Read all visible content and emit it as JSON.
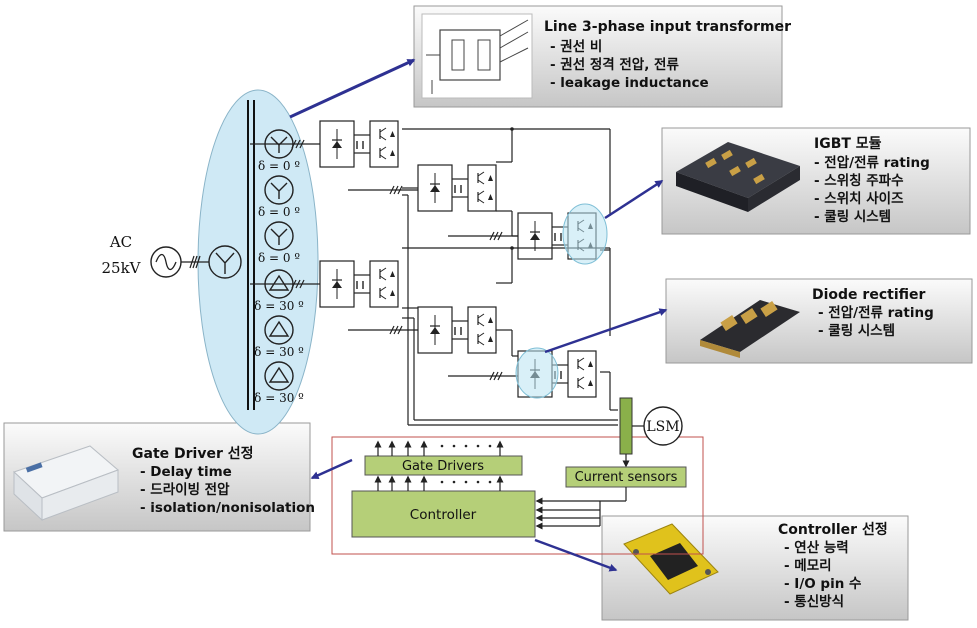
{
  "source": {
    "label_top": "AC",
    "label_bottom": "25kV"
  },
  "windings": [
    {
      "symbol": "Y",
      "angle": "δ = 0 º"
    },
    {
      "symbol": "Y",
      "angle": "δ = 0 º"
    },
    {
      "symbol": "Y",
      "angle": "δ = 0 º"
    },
    {
      "symbol": "Δ",
      "angle": "δ = 30 º"
    },
    {
      "symbol": "Δ",
      "angle": "δ = 30 º"
    },
    {
      "symbol": "Δ",
      "angle": "δ = 30 º"
    }
  ],
  "motor": {
    "label": "LSM"
  },
  "blocks": {
    "gate_drivers": "Gate Drivers",
    "current_sensors": "Current sensors",
    "controller": "Controller"
  },
  "callouts": {
    "transformer": {
      "title": "Line 3-phase input transformer",
      "items": [
        "- 권선 비",
        "- 권선 정격 전압, 전류",
        "- leakage inductance"
      ]
    },
    "igbt": {
      "title": "IGBT 모듈",
      "items": [
        "- 전압/전류 rating",
        "- 스위칭 주파수",
        "- 스위치 사이즈",
        "- 쿨링 시스템"
      ]
    },
    "diode": {
      "title": "Diode rectifier",
      "items": [
        "- 전압/전류 rating",
        "- 쿨링 시스템"
      ]
    },
    "gate_driver": {
      "title": "Gate Driver 선정",
      "items": [
        "- Delay time",
        "- 드라이빙 전압",
        "- isolation/nonisolation"
      ]
    },
    "controller": {
      "title": "Controller 선정",
      "items": [
        "- 연산 능력",
        "- 메모리",
        "- I/O pin 수",
        "- 통신방식"
      ]
    }
  },
  "colors": {
    "transformer_fill": "#cfe9f5",
    "block_green": "#b5cf78",
    "callout_light": "#fafafa",
    "callout_dark": "#c9c9c9",
    "arrow": "#2e3192",
    "frame_red": "#c0504d"
  }
}
